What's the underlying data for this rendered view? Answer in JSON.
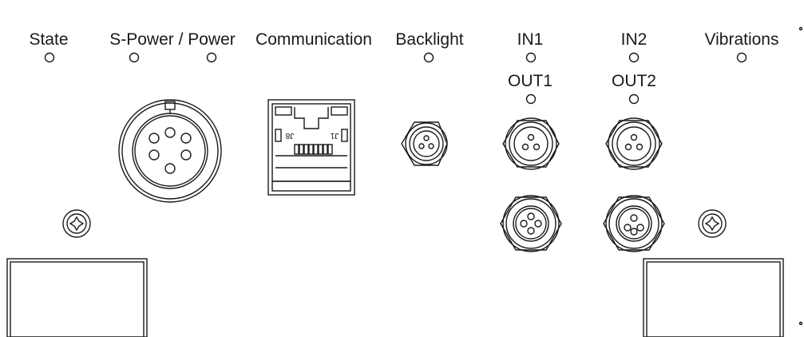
{
  "labels": {
    "state": "State",
    "s_power_power": "S-Power / Power",
    "communication": "Communication",
    "backlight": "Backlight",
    "in1": "IN1",
    "in2": "IN2",
    "vibrations": "Vibrations",
    "out1": "OUT1",
    "out2": "OUT2"
  },
  "rj45_markings": {
    "left": "J8",
    "right": "J1"
  },
  "colors": {
    "line": "#1a1a1a",
    "background": "#ffffff"
  }
}
